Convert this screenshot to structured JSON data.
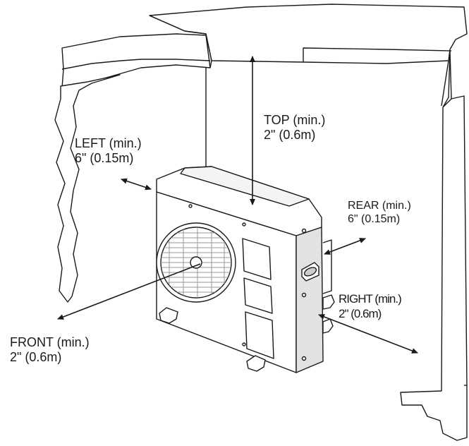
{
  "colors": {
    "outline": "#1a1a1a",
    "wall_fill": "#ffffff",
    "unit_side": "#e2e2e2",
    "fan_grille": "#9a9a9a"
  },
  "labels": {
    "top": {
      "line1": "TOP (min.)",
      "line2": "2\" (0.6m)"
    },
    "left": {
      "line1": "LEFT (min.)",
      "line2": "6\" (0.15m)"
    },
    "rear": {
      "line1": "REAR (min.)",
      "line2": "6\" (0.15m)"
    },
    "right": {
      "line1": "RIGHT (min.)",
      "line2": "2\" (0.6m)"
    },
    "front": {
      "line1": "FRONT (min.)",
      "line2": "2\" (0.6m)"
    }
  }
}
